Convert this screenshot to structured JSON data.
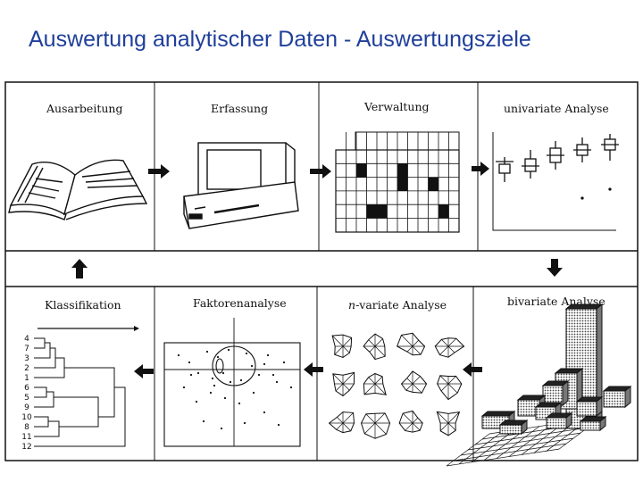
{
  "slide": {
    "title": "Auswertung analytischer Daten - Auswertungsziele"
  },
  "figure": {
    "top_row": {
      "ausarbeitung": "Ausarbeitung",
      "erfassung": "Erfassung",
      "verwaltung": "Verwaltung",
      "univariate": "univariate Analyse"
    },
    "bottom_row": {
      "klassifikation": "Klassifikation",
      "faktorenanalyse": "Faktorenanalyse",
      "n_variate_prefix": "n",
      "n_variate_rest": "-variate Analyse",
      "bivariate": "bivariate Analyse"
    },
    "dendrogram_leaves": [
      "4",
      "7",
      "3",
      "2",
      "1",
      "6",
      "5",
      "9",
      "10",
      "8",
      "11",
      "12"
    ]
  },
  "colors": {
    "title": "#1f3f9a",
    "ink": "#111111"
  }
}
